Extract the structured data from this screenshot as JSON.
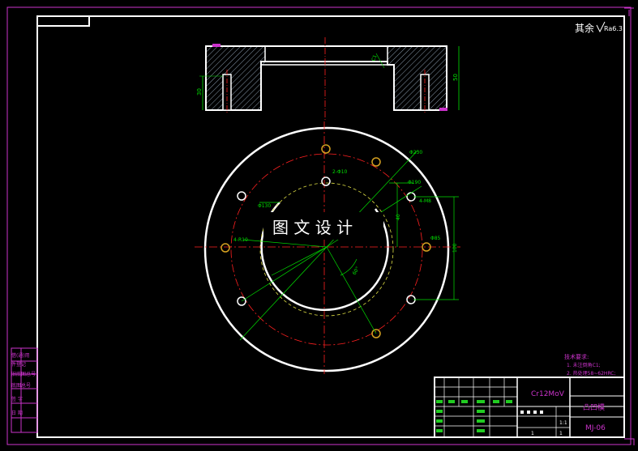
{
  "surface_note": {
    "prefix": "其余",
    "roughness": "Ra6.3"
  },
  "watermark": "图 文 设 计",
  "tech_req": {
    "title": "技术要求:",
    "items": [
      "1. 未注倒角C1;",
      "2. 热处理58~62HRC;"
    ]
  },
  "title_block": {
    "material": "Cr12MoV",
    "part_name": "凸凹模",
    "drawing_no": "MJ-06",
    "scale": "1:1",
    "sheet_total": "1",
    "sheet_no": "1"
  },
  "side_labels": [
    "借(通)用",
    "件登记",
    "旧底图总号",
    "底图总号",
    "签 字",
    "日 期"
  ],
  "dimensions": {
    "front": {
      "total_height": "50",
      "hole_depth": "30",
      "chamfer": "C1"
    },
    "plan": {
      "outer_dia": "Φ230",
      "bolt_circle": "Φ190",
      "dowel_holes": "2-Φ10",
      "screw_holes": "4-M8",
      "bore": "Φ130",
      "side_right": "Φ85",
      "height_right": "100",
      "angle": "60°",
      "offset": "40",
      "inner_chamfer": "4-R10"
    }
  },
  "colors": {
    "background": "#000000",
    "outline": "#ffffff",
    "frame_accent": "#cc33cc",
    "center_line": "#ff2020",
    "dimension": "#00e000",
    "hatch": "#8899aa",
    "hole": "#d4a020",
    "note_text": "#cc33cc"
  }
}
